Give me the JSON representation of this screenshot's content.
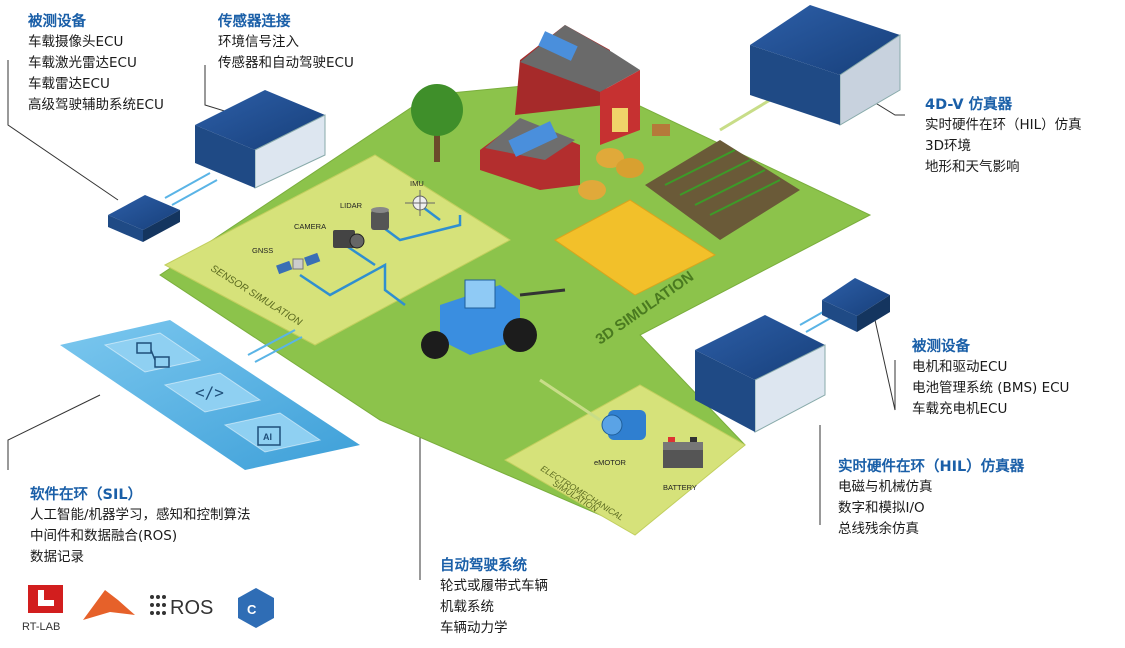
{
  "blocks": {
    "dut_top": {
      "title": "被测设备",
      "lines": [
        "车载摄像头ECU",
        "车载激光雷达ECU",
        "车载雷达ECU",
        "高级驾驶辅助系统ECU"
      ]
    },
    "sensor_conn": {
      "title": "传感器连接",
      "lines": [
        "环境信号注入",
        "传感器和自动驾驶ECU"
      ]
    },
    "sim_4dv": {
      "title": "4D-V 仿真器",
      "lines": [
        "实时硬件在环（HIL）仿真",
        "3D环境",
        "地形和天气影响"
      ]
    },
    "dut_right": {
      "title": "被测设备",
      "lines": [
        "电机和驱动ECU",
        "电池管理系统 (BMS) ECU",
        "车载充电机ECU"
      ]
    },
    "hil_sim": {
      "title": "实时硬件在环（HIL）仿真器",
      "lines": [
        "电磁与机械仿真",
        "数字和模拟I/O",
        "总线残余仿真"
      ]
    },
    "sil": {
      "title": "软件在环（SIL）",
      "lines": [
        "人工智能/机器学习，感知和控制算法",
        "中间件和数据融合(ROS)",
        "数据记录"
      ]
    },
    "autodrive": {
      "title": "自动驾驶系统",
      "lines": [
        "轮式或履带式车辆",
        "机载系统",
        "车辆动力学"
      ]
    }
  },
  "scene": {
    "sensor_sim": "SENSOR SIMULATION",
    "sim_3d": "3D SIMULATION",
    "em_sim_line1": "ELECTROMECHANICAL",
    "em_sim_line2": "SIMULATION",
    "imu": "IMU",
    "lidar": "LIDAR",
    "camera": "CAMERA",
    "gnss": "GNSS",
    "emotor": "eMOTOR",
    "battery": "BATTERY"
  },
  "logos": {
    "rtlab": "RT-LAB",
    "ros": "ROS"
  },
  "colors": {
    "accent_blue": "#1a5fa8",
    "field_green": "#8cc34b",
    "sim_yellow": "#d6e27a",
    "sil_blue": "#5ab4e6"
  }
}
